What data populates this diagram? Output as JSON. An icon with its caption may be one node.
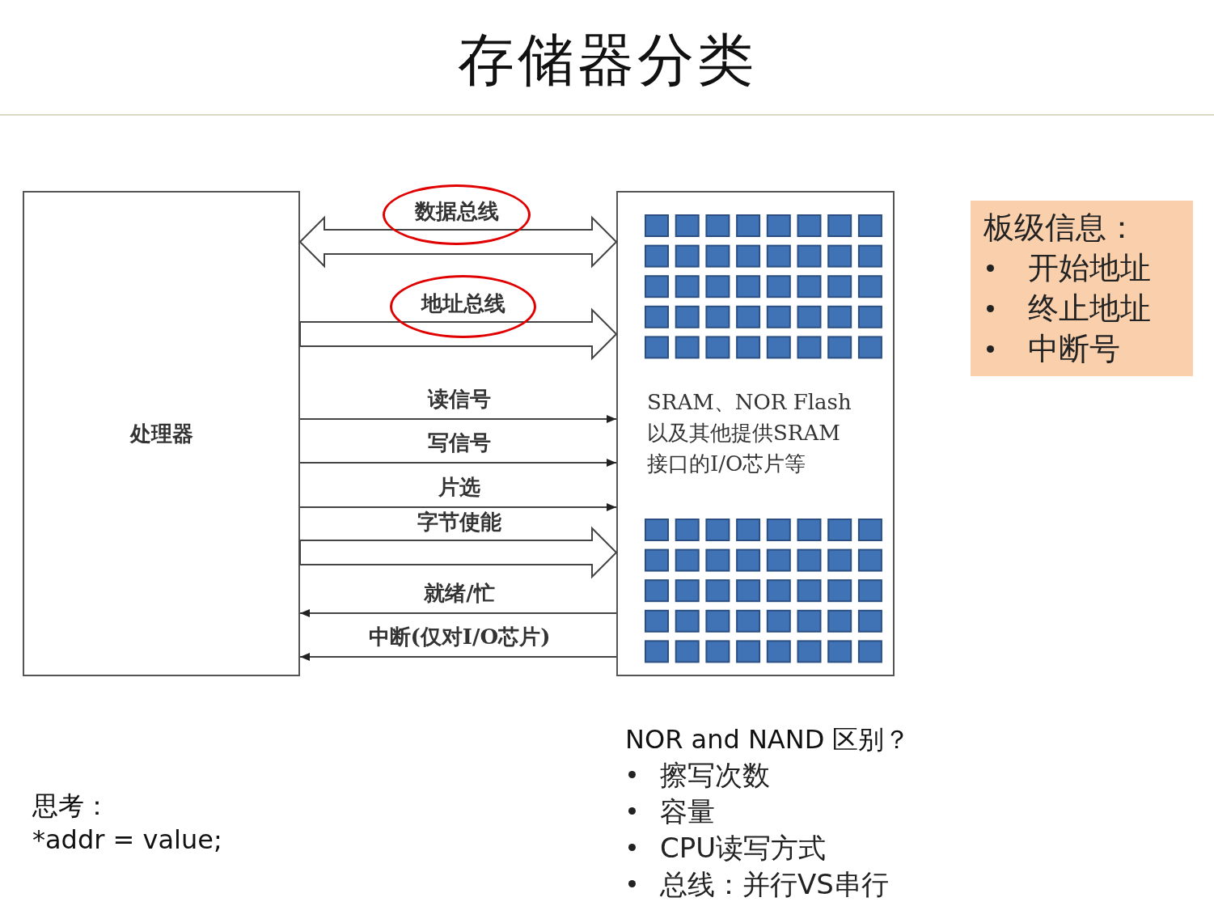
{
  "diagram": {
    "title": "存储器分类",
    "nodes": [
      {
        "text": [
          "处理器"
        ]
      },
      {
        "text": [
          "SRAM、NOR Flash以及其他提供SRAM接口的I/O芯片等"
        ]
      },
      {
        "text": [
          "数据总线"
        ]
      },
      {
        "text": [
          "地址总线"
        ]
      },
      {
        "text": [
          "板级信息：",
          "开始地址",
          "终止地址",
          "中断号"
        ]
      }
    ],
    "edges": [
      {
        "from": 0,
        "to": 1,
        "arrow": "both",
        "style": "thick"
      },
      {
        "from": 0,
        "to": 1,
        "arrow": "to",
        "style": "thick"
      },
      {
        "from": 0,
        "to": 1,
        "arrow": "to",
        "label": "读信号"
      },
      {
        "from": 0,
        "to": 1,
        "arrow": "to",
        "label": "写信号"
      },
      {
        "from": 0,
        "to": 1,
        "arrow": "to",
        "label": "片选"
      },
      {
        "from": 0,
        "to": 1,
        "arrow": "to",
        "label": "字节使能",
        "style": "thick"
      },
      {
        "from": 1,
        "to": 0,
        "arrow": "to",
        "label": "就绪/忙"
      },
      {
        "from": 1,
        "to": 0,
        "arrow": "to",
        "label": "中断(仅对I/O芯片)"
      }
    ],
    "labels": [
      "思考：",
      "*addr = value;",
      "NOR and NAND 区别？",
      "擦写次数",
      "容量",
      "CPU读写方式",
      "总线：并行VS串行"
    ]
  }
}
